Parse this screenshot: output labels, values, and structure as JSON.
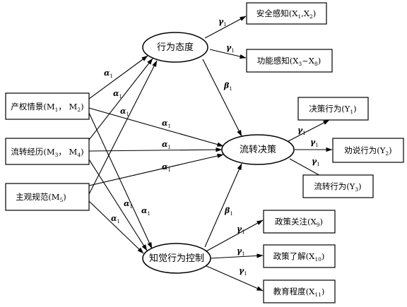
{
  "nodes": {
    "M12": {
      "text": "产权情景(M",
      "s1": "1",
      "mid": "，  M",
      "s2": "2",
      "tail": ")"
    },
    "M34": {
      "text": "流转经历(M",
      "s1": "3",
      "mid": "，  M",
      "s2": "4",
      "tail": ")"
    },
    "M5": {
      "text": "主观规范(M",
      "s1": "5",
      "mid": "",
      "s2": "",
      "tail": ")"
    },
    "attitude": {
      "text": "行为态度"
    },
    "decision": {
      "text": "流转决策"
    },
    "control": {
      "text": "知觉行为控制"
    },
    "X12": {
      "text": "安全感知(X",
      "s1": "1",
      "mid": ",X",
      "s2": "2",
      "tail": ")"
    },
    "X38": {
      "text": "功能感知(X",
      "s1": "3",
      "mid": "~X",
      "s2": "8",
      "tail": ")"
    },
    "Y1": {
      "text": "决策行为(Y",
      "s1": "1",
      "mid": "",
      "s2": "",
      "tail": ")"
    },
    "Y2": {
      "text": "劝说行为(Y",
      "s1": "2",
      "mid": "",
      "s2": "",
      "tail": ")"
    },
    "Y3": {
      "text": "流转行为(Y",
      "s1": "3",
      "mid": "",
      "s2": "",
      "tail": ")"
    },
    "X9": {
      "text": "政策关注(X",
      "s1": "9",
      "mid": "",
      "s2": "",
      "tail": ")"
    },
    "X10": {
      "text": "政策了解(X",
      "s1": "10",
      "mid": "",
      "s2": "",
      "tail": ")"
    },
    "X11": {
      "text": "教育程度(X",
      "s1": "11",
      "mid": "",
      "s2": "",
      "tail": ")"
    }
  },
  "labels": {
    "alpha": "α",
    "beta": "β",
    "gamma": "γ",
    "sub": "1"
  }
}
